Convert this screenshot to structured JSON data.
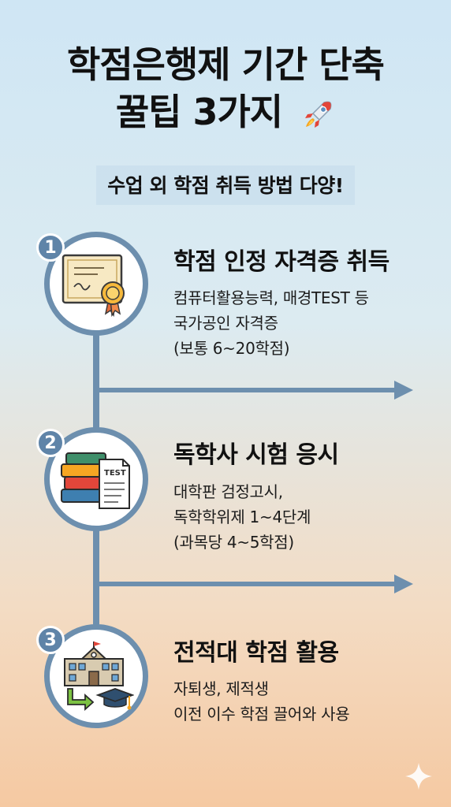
{
  "title": {
    "line1": "학점은행제 기간 단축",
    "line2": "꿀팁 3가지"
  },
  "subtitle": "수업 외 학점 취득 방법 다양!",
  "steps": [
    {
      "number": "1",
      "title": "학점 인정 자격증 취득",
      "desc": [
        "컴퓨터활용능력, 매경TEST 등",
        "국가공인 자격증",
        "(보통 6~20학점)"
      ],
      "icon": "certificate-icon"
    },
    {
      "number": "2",
      "title": "독학사 시험 응시",
      "desc": [
        "대학판 검정고시,",
        "독학학위제 1~4단계",
        "(과목당 4~5학점)"
      ],
      "icon_text": "TEST",
      "icon": "books-test-icon"
    },
    {
      "number": "3",
      "title": "전적대 학점 활용",
      "desc": [
        "자퇴생, 제적생",
        "이전 이수 학점 끌어와 사용"
      ],
      "icon": "school-transfer-icon"
    }
  ],
  "colors": {
    "accent": "#6d8fae",
    "badge": "#5f84a8"
  }
}
